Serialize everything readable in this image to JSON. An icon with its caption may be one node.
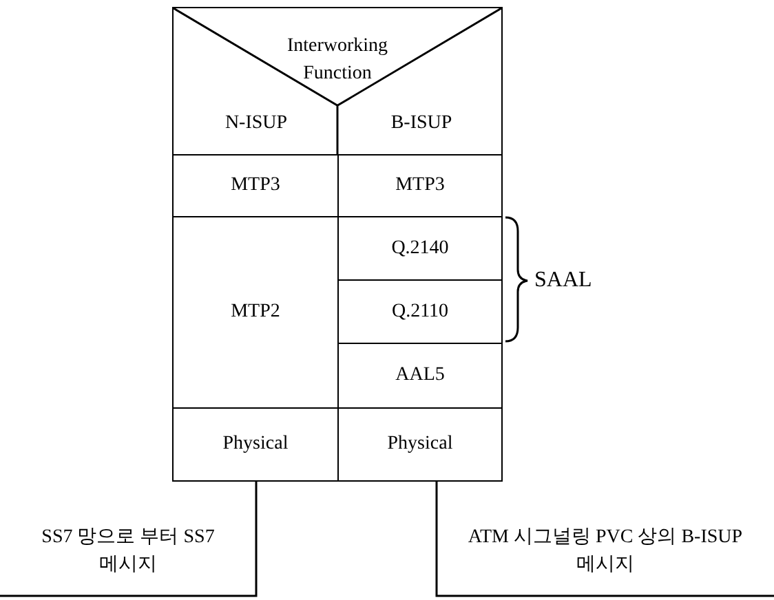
{
  "diagram": {
    "nodes": [
      {
        "text": [
          "Interworking Function"
        ]
      },
      {
        "text": [
          "N-ISUP"
        ],
        "in": 0
      },
      {
        "text": [
          "B-ISUP"
        ],
        "in": 0
      },
      {
        "text": [
          "MTP3"
        ]
      },
      {
        "text": [
          "MTP3"
        ]
      },
      {
        "text": [
          "MTP2"
        ]
      },
      {
        "text": [
          "Q.2140"
        ]
      },
      {
        "text": [
          "Q.2110"
        ]
      },
      {
        "text": [
          "AAL5"
        ]
      },
      {
        "text": [
          "Physical"
        ]
      },
      {
        "text": [
          "Physical"
        ]
      },
      {
        "text": [
          "SS7 망으로 부터 SS7 메시지"
        ]
      },
      {
        "text": [
          "ATM 시그널링 PVC 상의 B-ISUP 메시지"
        ]
      }
    ],
    "edges": [
      {
        "from": 9,
        "to": 11,
        "arrow": "none"
      },
      {
        "from": 10,
        "to": 12,
        "arrow": "none"
      }
    ],
    "labels": [
      "SAAL"
    ]
  }
}
